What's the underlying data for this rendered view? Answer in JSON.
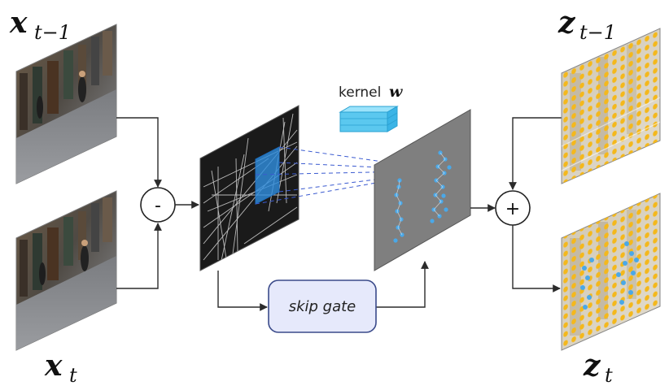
{
  "labels": {
    "x_prev": {
      "main": "x",
      "sub": "t−1"
    },
    "x_curr": {
      "main": "x",
      "sub": "t"
    },
    "z_prev": {
      "main": "z",
      "sub": "t−1"
    },
    "z_curr": {
      "main": "z",
      "sub": "t"
    }
  },
  "operators": {
    "minus": "-",
    "plus": "+"
  },
  "kernel": {
    "text": "kernel",
    "symbol": "w",
    "color": "#5bc8ef"
  },
  "skip_gate": {
    "text": "skip gate",
    "fill": "#e6e9fb",
    "stroke": "#3a4a8a"
  },
  "colors": {
    "arrow": "#2b2b2b",
    "dashed": "#3a5ad0",
    "highlight": "#2f8fe0",
    "output_dot": "#f4b81c",
    "output_bg": "#d8d2c0",
    "feature_bg": "#7f7f7f",
    "feature_dot": "#4aa8e8"
  }
}
